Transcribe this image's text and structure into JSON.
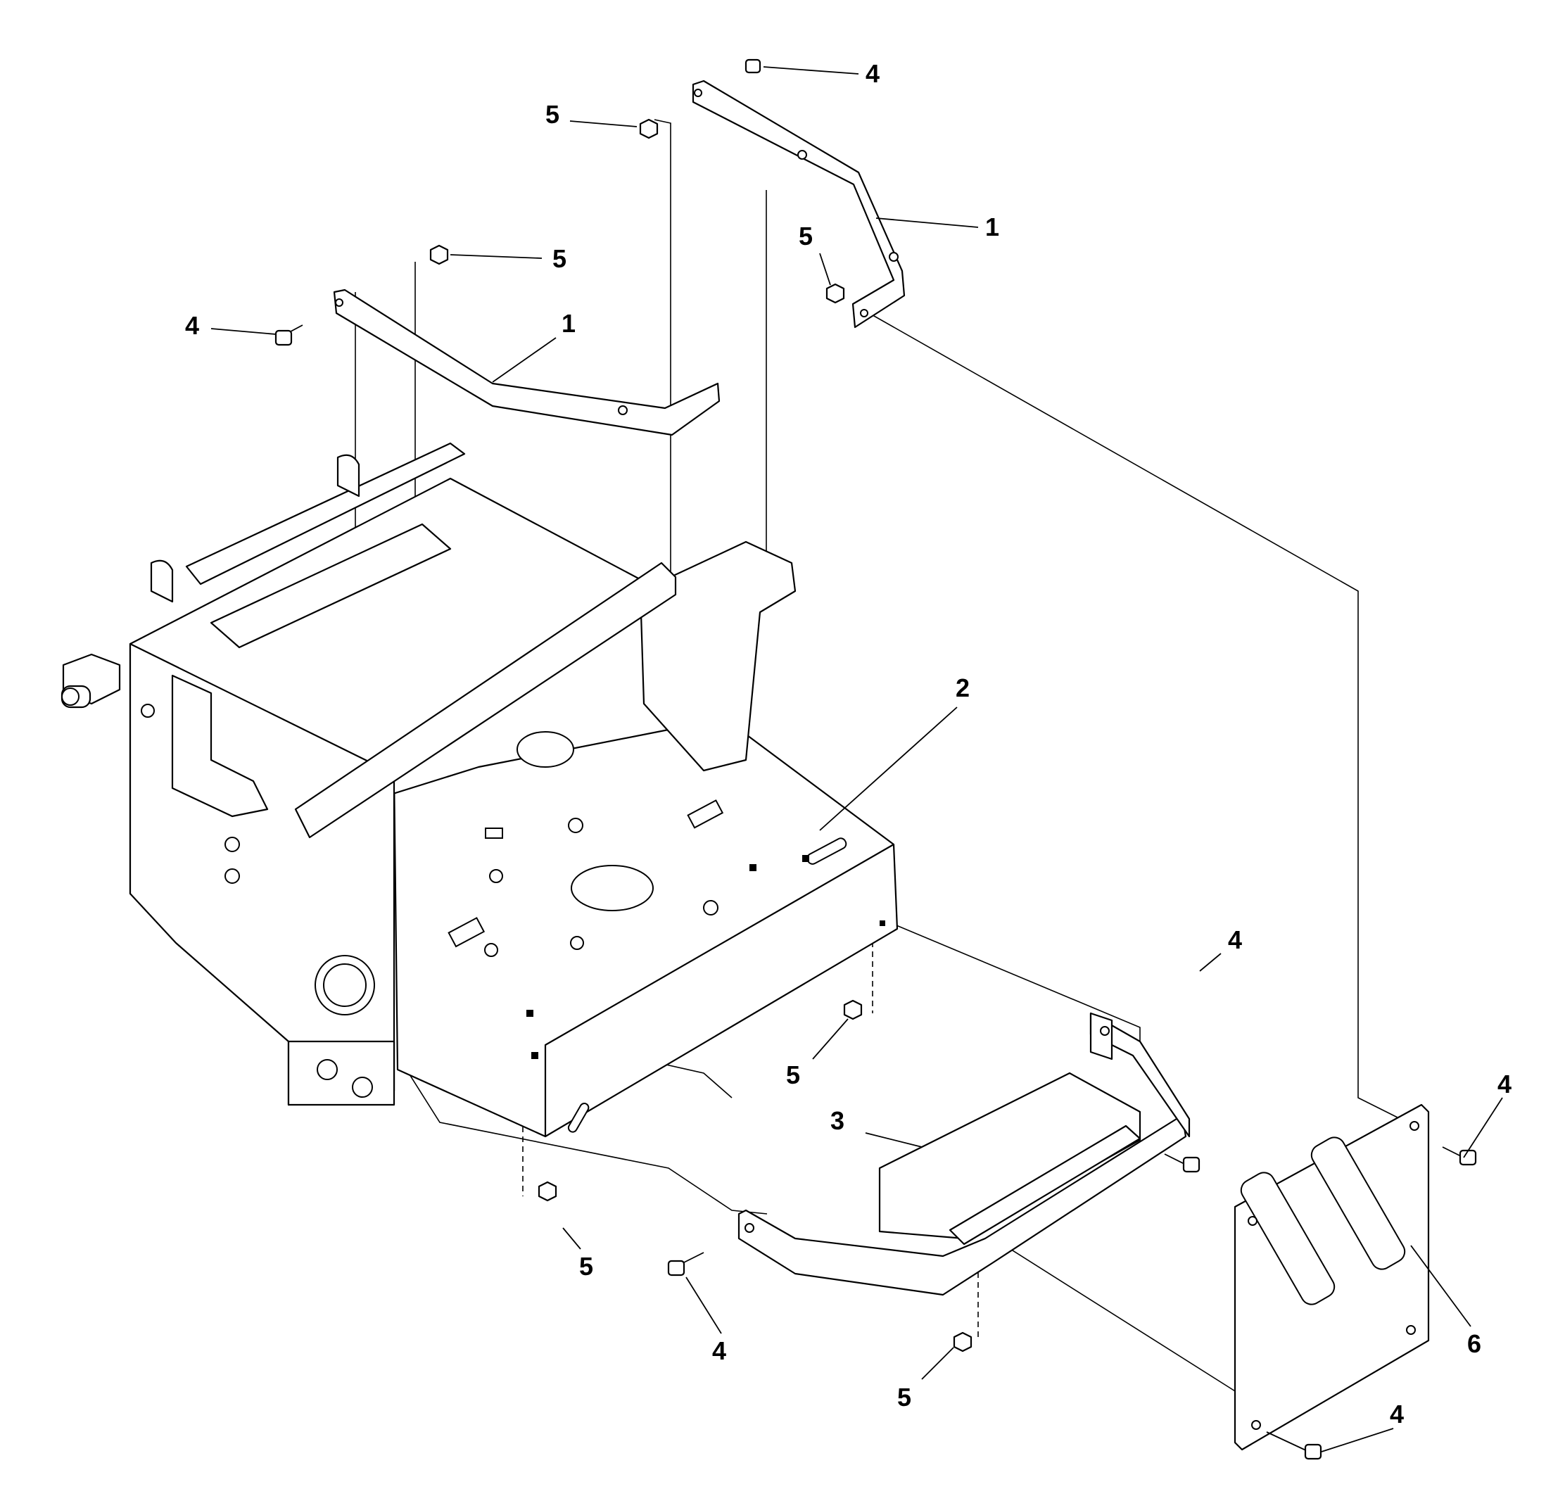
{
  "diagram": {
    "callouts": [
      {
        "id": "c1a",
        "text": "4"
      },
      {
        "id": "c1b",
        "text": "5"
      },
      {
        "id": "c1c",
        "text": "1"
      },
      {
        "id": "c1d",
        "text": "5"
      },
      {
        "id": "c1e",
        "text": "5"
      },
      {
        "id": "c1f",
        "text": "4"
      },
      {
        "id": "c1g",
        "text": "1"
      },
      {
        "id": "c2",
        "text": "2"
      },
      {
        "id": "c4a",
        "text": "4"
      },
      {
        "id": "c5a",
        "text": "5"
      },
      {
        "id": "c4b",
        "text": "4"
      },
      {
        "id": "c3",
        "text": "3"
      },
      {
        "id": "c5b",
        "text": "5"
      },
      {
        "id": "c4c",
        "text": "4"
      },
      {
        "id": "c6",
        "text": "6"
      },
      {
        "id": "c5c",
        "text": "5"
      },
      {
        "id": "c4d",
        "text": "4"
      }
    ]
  }
}
